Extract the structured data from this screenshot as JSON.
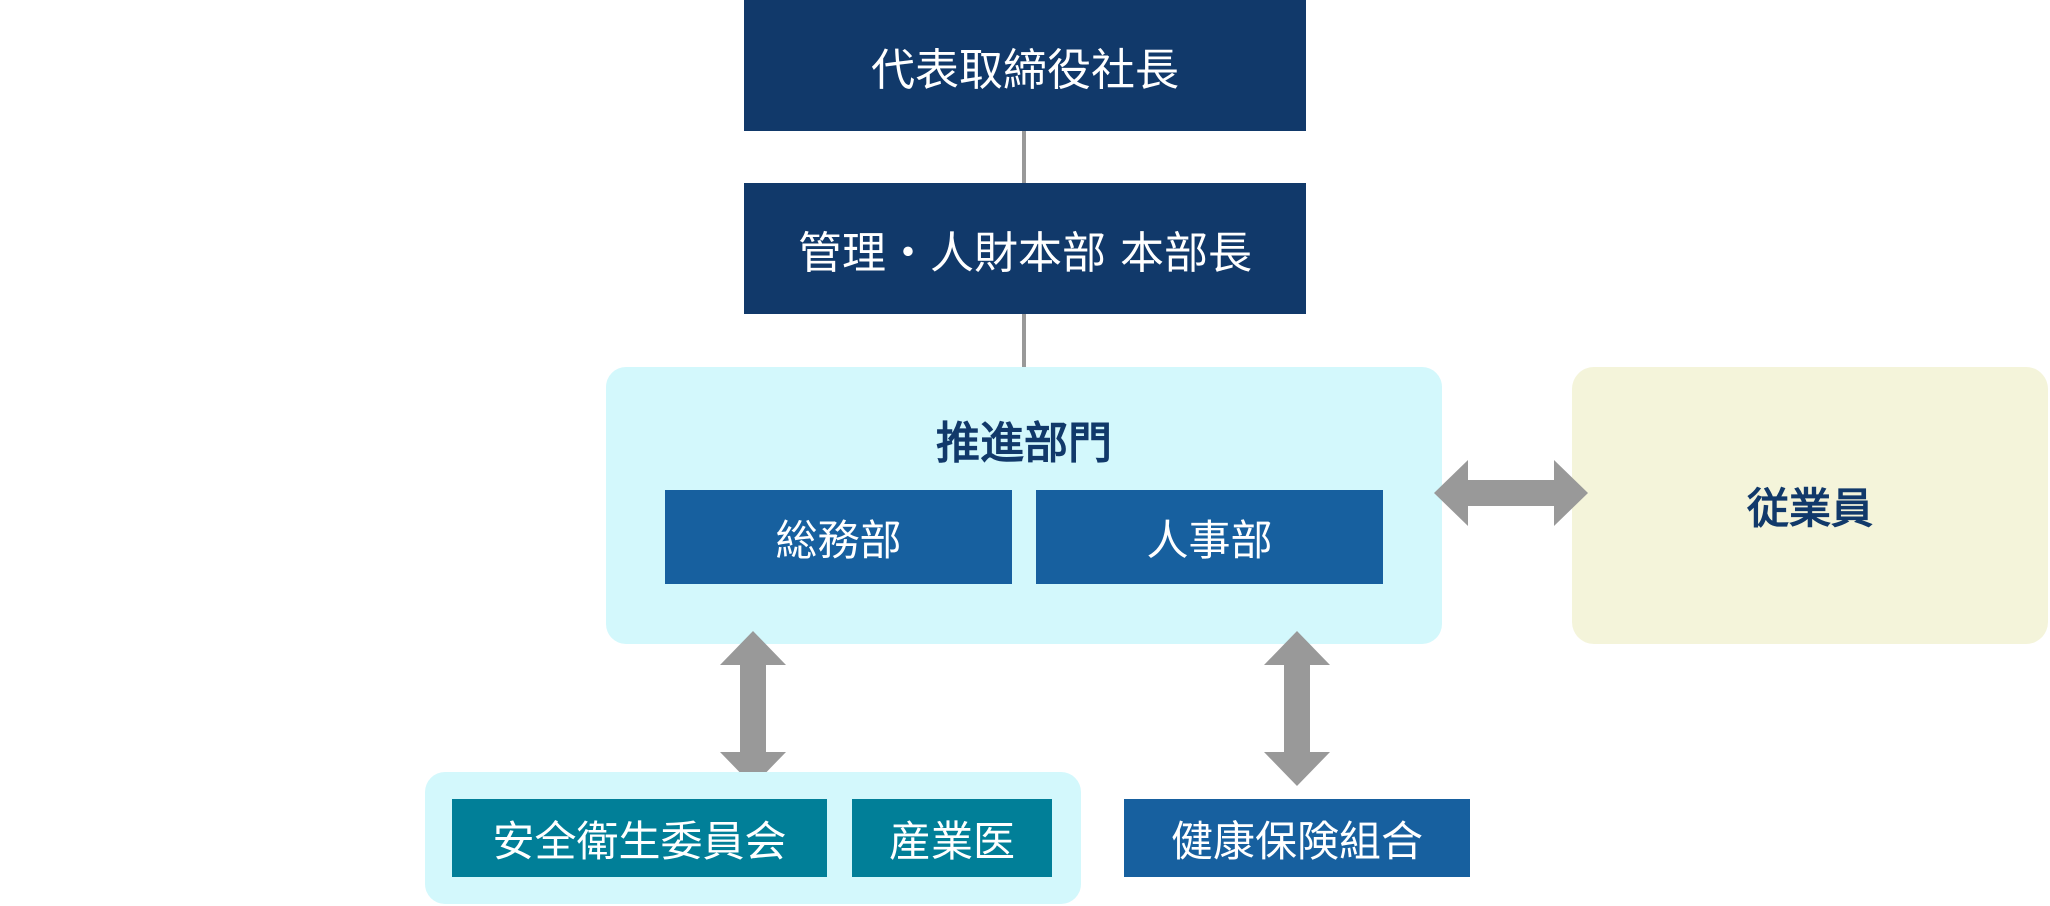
{
  "diagram": {
    "ceo": "代表取締役社長",
    "division_head": "管理・人財本部 本部長",
    "promotion_group": {
      "title": "推進部門",
      "departments": [
        "総務部",
        "人事部"
      ]
    },
    "employees": "従業員",
    "health_group": {
      "members": [
        "安全衛生委員会",
        "産業医"
      ]
    },
    "health_insurance": "健康保険組合",
    "colors": {
      "navy": "#11396a",
      "blue": "#17609f",
      "teal": "#017f98",
      "light_cyan": "#d3f8fc",
      "cream": "#f4f4da",
      "arrow_gray": "#999999"
    }
  }
}
